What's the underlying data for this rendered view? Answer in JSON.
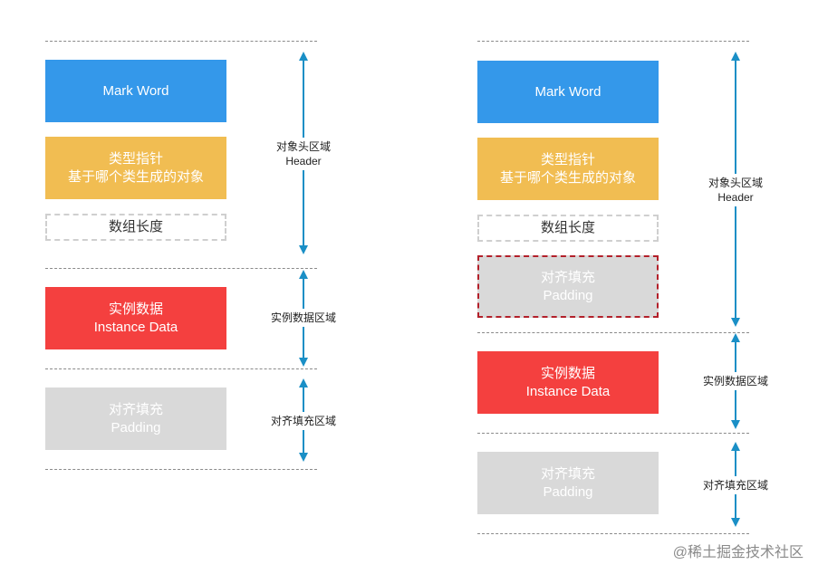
{
  "left": {
    "mark_word": "Mark Word",
    "type_pointer": [
      "类型指针",
      "基于哪个类生成的对象"
    ],
    "array_length": "数组长度",
    "instance_data": [
      "实例数据",
      "Instance Data"
    ],
    "padding": [
      "对齐填充",
      "Padding"
    ],
    "header_region": [
      "对象头区域",
      "Header"
    ],
    "instance_region": "实例数据区域",
    "padding_region": "对齐填充区域"
  },
  "right": {
    "mark_word": "Mark Word",
    "type_pointer": [
      "类型指针",
      "基于哪个类生成的对象"
    ],
    "array_length": "数组长度",
    "header_padding": [
      "对齐填充",
      "Padding"
    ],
    "instance_data": [
      "实例数据",
      "Instance Data"
    ],
    "padding": [
      "对齐填充",
      "Padding"
    ],
    "header_region": [
      "对象头区域",
      "Header"
    ],
    "instance_region": "实例数据区域",
    "padding_region": "对齐填充区域"
  },
  "watermark": "@稀土掘金技术社区",
  "colors": {
    "mark_word": "#3498ea",
    "type_pointer": "#f1bd52",
    "instance_data": "#f4403f",
    "padding": "#d9d9d9",
    "highlight_border": "#b3202a",
    "arrow": "#1a8fc6"
  }
}
